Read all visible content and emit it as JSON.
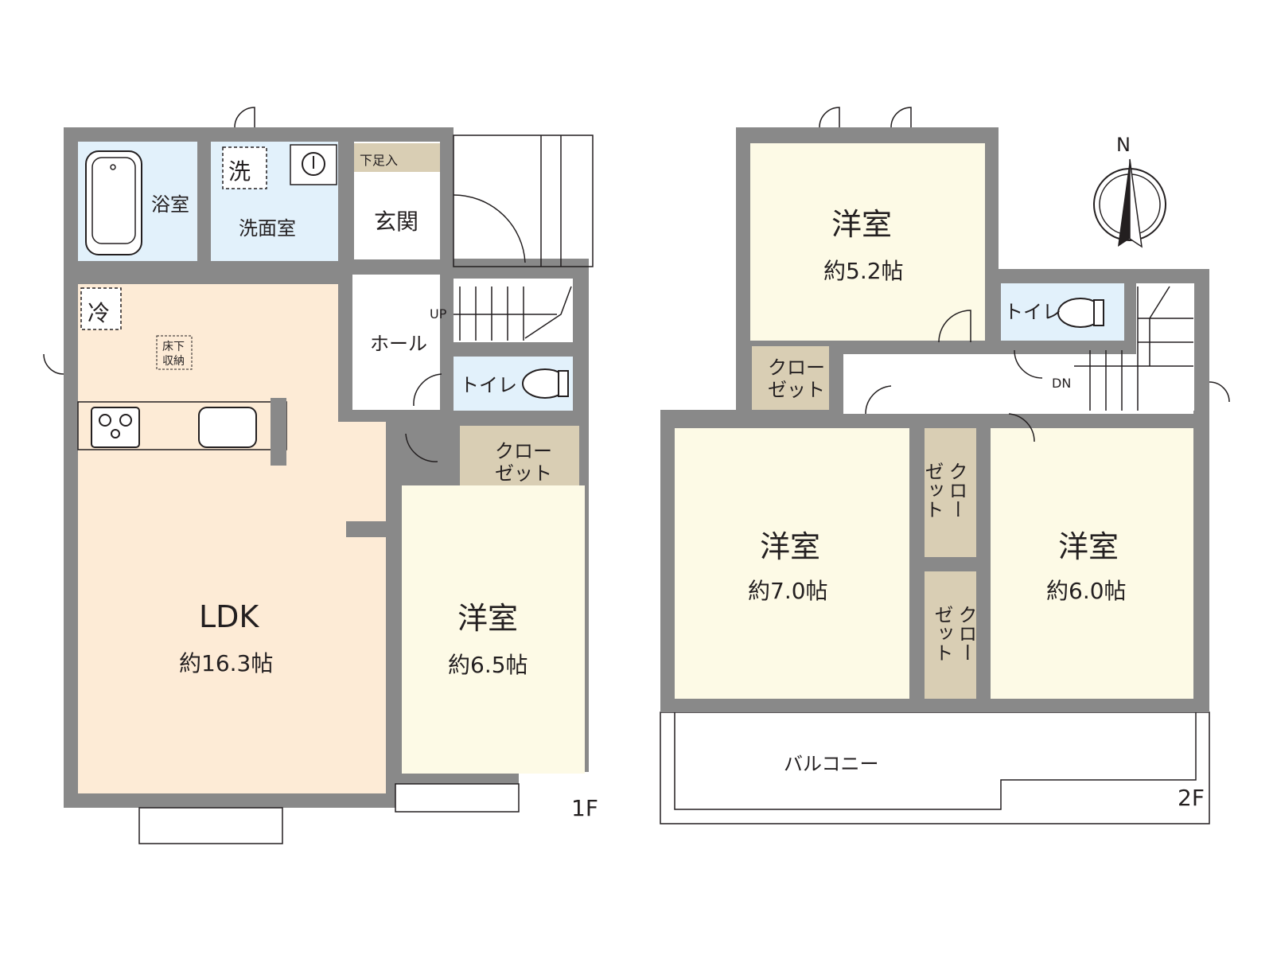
{
  "colors": {
    "wall": "#898989",
    "ldk_floor": "#fdebd6",
    "western_floor": "#fdfae6",
    "wet_floor": "#e2f1fb",
    "closet_floor": "#d9ceb4",
    "line": "#231f20"
  },
  "floor1": {
    "label": "1F",
    "bath": "浴室",
    "washroom": "洗面室",
    "washer_mark": "洗",
    "fridge_mark": "冷",
    "shoe_storage": "下足入",
    "entrance": "玄関",
    "hall": "ホール",
    "stairs_up": "UP",
    "toilet": "トイレ",
    "underfloor_storage_1": "床下",
    "underfloor_storage_2": "収納",
    "closet_1": "クロー",
    "closet_2": "ゼット",
    "ldk_name": "LDK",
    "ldk_area": "約16.3帖",
    "room_name": "洋室",
    "room_area": "約6.5帖"
  },
  "floor2": {
    "label": "2F",
    "room_top_name": "洋室",
    "room_top_area": "約5.2帖",
    "toilet": "トイレ",
    "stairs_down": "DN",
    "closet_1": "クロー",
    "closet_2": "ゼット",
    "closet_v1": "クロー",
    "closet_v2": "ゼット",
    "room_left_name": "洋室",
    "room_left_area": "約7.0帖",
    "room_right_name": "洋室",
    "room_right_area": "約6.0帖",
    "balcony": "バルコニー"
  },
  "compass": {
    "north": "N"
  }
}
